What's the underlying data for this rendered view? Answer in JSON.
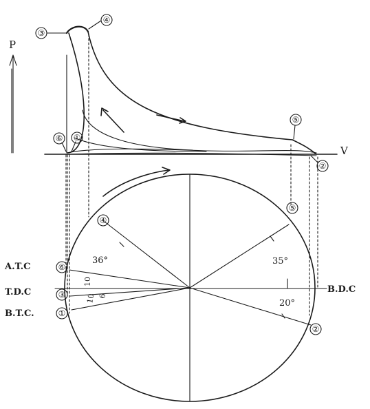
{
  "axes": {
    "p_label": "P",
    "v_label": "V"
  },
  "positions": {
    "atc": "A.T.C",
    "tdc": "T.D.C",
    "btc": "B.T.C.",
    "bdc": "B.D.C"
  },
  "points": [
    "①",
    "②",
    "③",
    "④",
    "⑤",
    "⑥"
  ],
  "angles": {
    "a36": "36°",
    "a35": "35°",
    "a20": "20°",
    "a10a": "10",
    "a10b": "10",
    "a6": "6"
  }
}
